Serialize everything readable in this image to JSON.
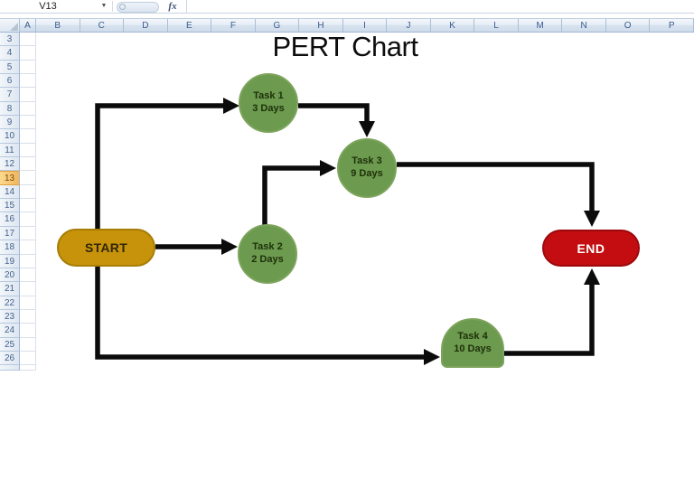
{
  "app": {
    "name_box_value": "V13",
    "fx_label": "fx"
  },
  "spreadsheet": {
    "column_headers": [
      "A",
      "B",
      "C",
      "D",
      "E",
      "F",
      "G",
      "H",
      "I",
      "J",
      "K",
      "L",
      "M",
      "N",
      "O",
      "P"
    ],
    "row_numbers": [
      "3",
      "4",
      "5",
      "6",
      "7",
      "8",
      "9",
      "10",
      "11",
      "12",
      "13",
      "14",
      "15",
      "16",
      "17",
      "18",
      "19",
      "20",
      "21",
      "22",
      "23",
      "24",
      "25",
      "26"
    ],
    "selected_cell": "V13",
    "selected_row": "13"
  },
  "chart": {
    "title": "PERT Chart",
    "nodes": {
      "start": {
        "label": "START"
      },
      "task1": {
        "label": "Task 1",
        "duration": "3 Days"
      },
      "task2": {
        "label": "Task 2",
        "duration": "2 Days"
      },
      "task3": {
        "label": "Task 3",
        "duration": "9 Days"
      },
      "task4": {
        "label": "Task 4",
        "duration": "10 Days"
      },
      "end": {
        "label": "END"
      }
    },
    "edges": [
      {
        "from": "START",
        "to": "Task 1"
      },
      {
        "from": "START",
        "to": "Task 2"
      },
      {
        "from": "START",
        "to": "Task 4"
      },
      {
        "from": "Task 1",
        "to": "Task 3"
      },
      {
        "from": "Task 2",
        "to": "Task 3"
      },
      {
        "from": "Task 3",
        "to": "END"
      },
      {
        "from": "Task 4",
        "to": "END"
      }
    ],
    "colors": {
      "start_fill": "#C6930B",
      "start_border": "#A87D06",
      "task_fill": "#6C9A4F",
      "task_border": "#7DA45C",
      "end_fill": "#C30D10",
      "end_border": "#9C090C",
      "connector": "#0B0B0B"
    }
  }
}
